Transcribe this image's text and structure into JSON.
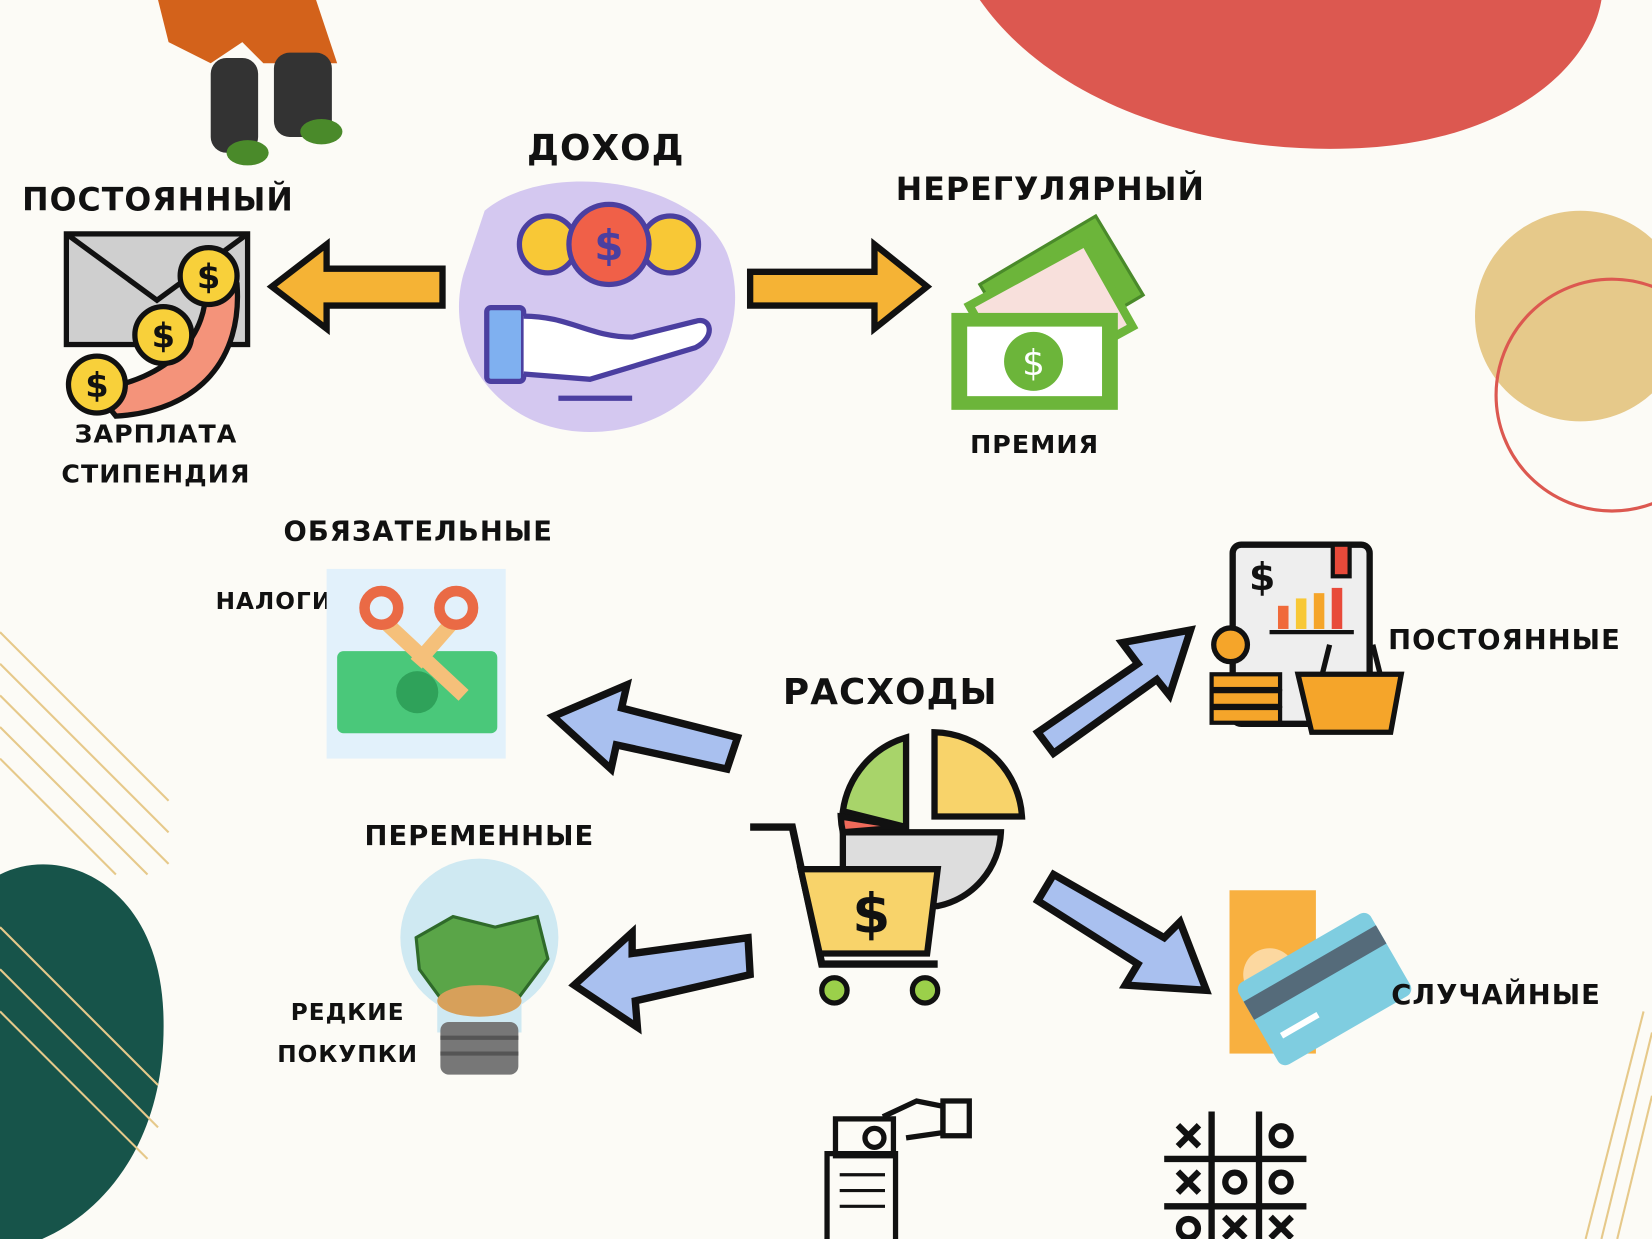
{
  "income": {
    "title": "ДОХОД",
    "regular": {
      "title": "ПОСТОЯННЫЙ",
      "items": [
        "ЗАРПЛАТА",
        "СТИПЕНДИЯ"
      ]
    },
    "irregular": {
      "title": "НЕРЕГУЛЯРНЫЙ",
      "items": [
        "ПРЕМИЯ"
      ]
    }
  },
  "expenses": {
    "title": "РАСХОДЫ",
    "mandatory": {
      "title": "ОБЯЗАТЕЛЬНЫЕ",
      "items": [
        "НАЛОГИ"
      ]
    },
    "variable": {
      "title": "ПЕРЕМЕННЫЕ",
      "items": [
        "РЕДКИЕ",
        "ПОКУПКИ"
      ]
    },
    "fixed": {
      "title": "ПОСТОЯННЫЕ"
    },
    "random": {
      "title": "СЛУЧАЙНЫЕ"
    }
  },
  "colors": {
    "background": "#fcfbf6",
    "red": "#dc5850",
    "mustard": "#e6c98a",
    "teal": "#17544a",
    "arrow_yellow": "#f5b335",
    "arrow_blue": "#a9c0ef",
    "green": "#6cb53a"
  }
}
